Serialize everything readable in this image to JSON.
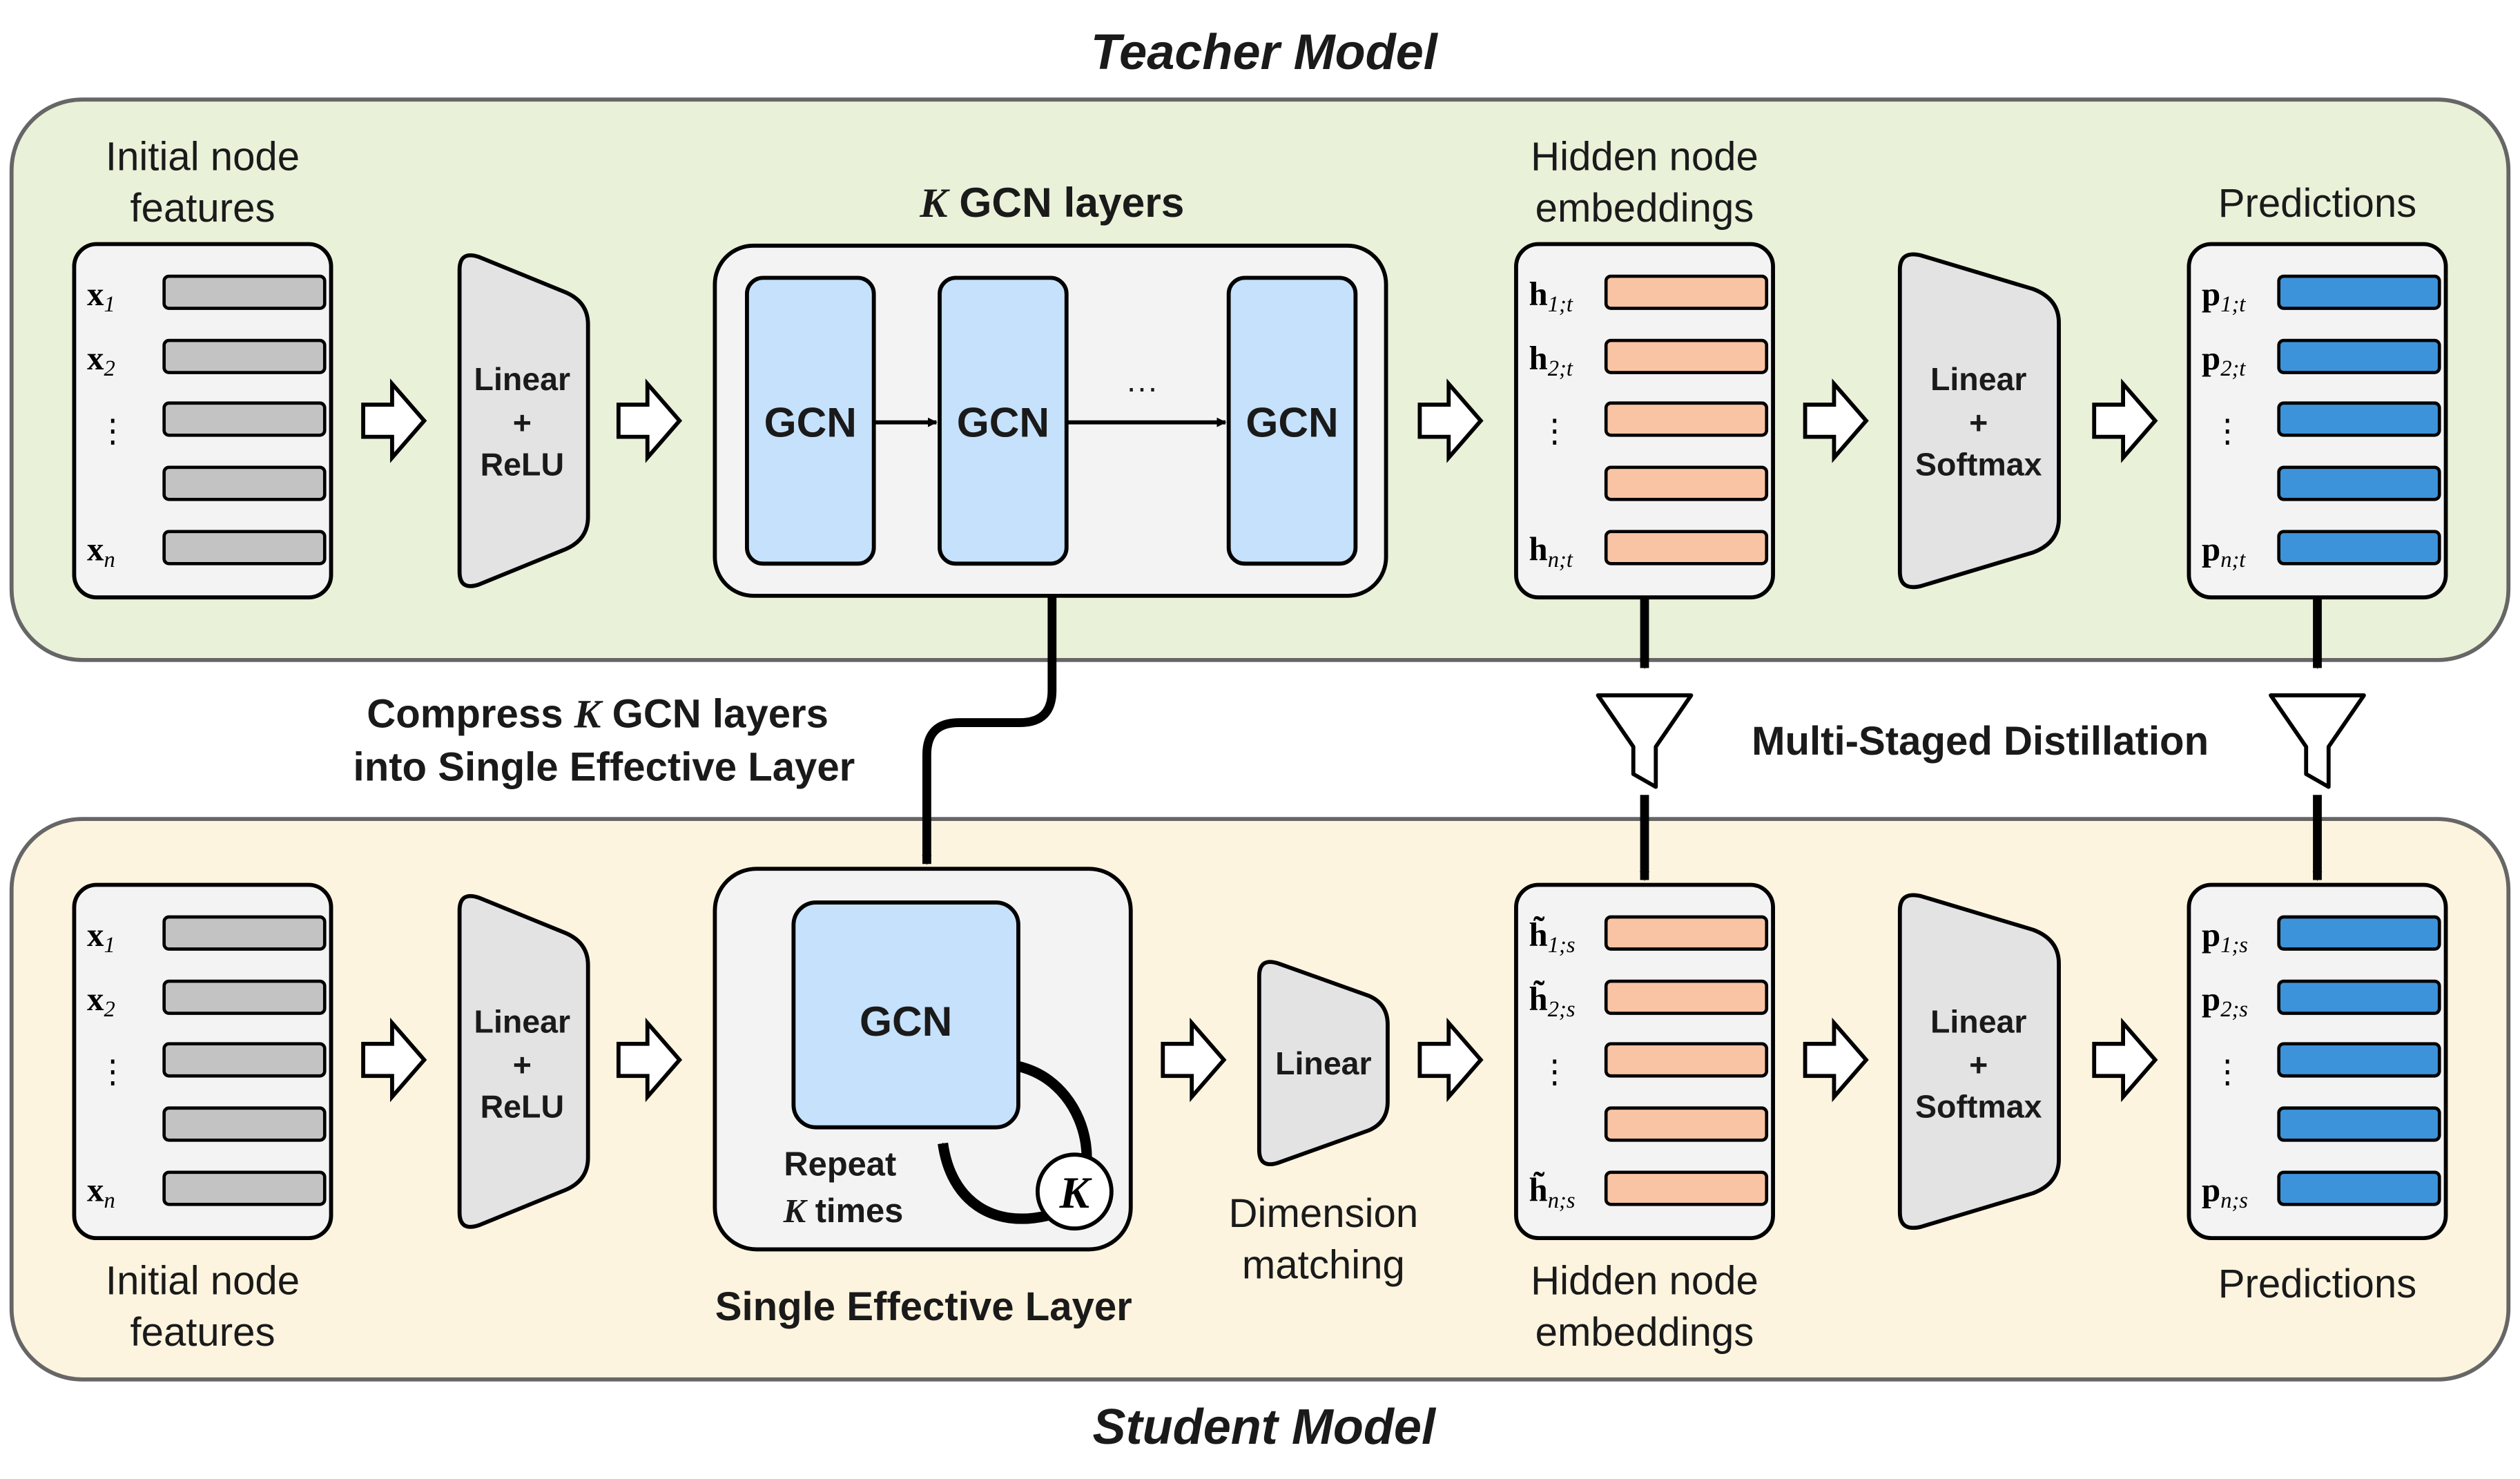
{
  "titles": {
    "teacher": "Teacher Model",
    "student": "Student Model"
  },
  "teacher": {
    "input_label": [
      "Initial node",
      "features"
    ],
    "input_vars": [
      {
        "base": "x",
        "sub": "1"
      },
      {
        "base": "x",
        "sub": "2"
      },
      {
        "base": "⋮",
        "sub": ""
      },
      {
        "base": "",
        "sub": ""
      },
      {
        "base": "x",
        "sub": "n"
      }
    ],
    "linear_relu": [
      "Linear",
      "+",
      "ReLU"
    ],
    "gcn_group_title_k": "K",
    "gcn_group_title": " GCN layers",
    "gcn": [
      "GCN",
      "GCN",
      "GCN"
    ],
    "gcn_ellipsis": "···",
    "hidden_label": [
      "Hidden node",
      "embeddings"
    ],
    "hidden_vars": [
      {
        "base": "h",
        "sub": "1;t"
      },
      {
        "base": "h",
        "sub": "2;t"
      },
      {
        "base": "⋮",
        "sub": ""
      },
      {
        "base": "",
        "sub": ""
      },
      {
        "base": "h",
        "sub": "n;t"
      }
    ],
    "linear_softmax": [
      "Linear",
      "+",
      "Softmax"
    ],
    "pred_label": "Predictions",
    "pred_vars": [
      {
        "base": "p",
        "sub": "1;t"
      },
      {
        "base": "p",
        "sub": "2;t"
      },
      {
        "base": "⋮",
        "sub": ""
      },
      {
        "base": "",
        "sub": ""
      },
      {
        "base": "p",
        "sub": "n;t"
      }
    ]
  },
  "middle": {
    "compress_line1_pre": "Compress ",
    "compress_k": "K",
    "compress_line1_post": " GCN layers",
    "compress_line2": "into Single Effective Layer",
    "distill": "Multi-Staged Distillation"
  },
  "student": {
    "input_label": [
      "Initial node",
      "features"
    ],
    "input_vars": [
      {
        "base": "x",
        "sub": "1"
      },
      {
        "base": "x",
        "sub": "2"
      },
      {
        "base": "⋮",
        "sub": ""
      },
      {
        "base": "",
        "sub": ""
      },
      {
        "base": "x",
        "sub": "n"
      }
    ],
    "linear_relu": [
      "Linear",
      "+",
      "ReLU"
    ],
    "gcn": "GCN",
    "repeat_line1": "Repeat",
    "repeat_k": "K",
    "repeat_line2": " times",
    "loop_k": "K",
    "sel_label": "Single Effective Layer",
    "linear": "Linear",
    "dim_label": [
      "Dimension",
      "matching"
    ],
    "hidden_label": [
      "Hidden node",
      "embeddings"
    ],
    "hidden_vars": [
      {
        "base": "h̃",
        "sub": "1;s"
      },
      {
        "base": "h̃",
        "sub": "2;s"
      },
      {
        "base": "⋮",
        "sub": ""
      },
      {
        "base": "",
        "sub": ""
      },
      {
        "base": "h̃",
        "sub": "n;s"
      }
    ],
    "linear_softmax": [
      "Linear",
      "+",
      "Softmax"
    ],
    "pred_label": "Predictions",
    "pred_vars": [
      {
        "base": "p",
        "sub": "1;s"
      },
      {
        "base": "p",
        "sub": "2;s"
      },
      {
        "base": "⋮",
        "sub": ""
      },
      {
        "base": "",
        "sub": ""
      },
      {
        "base": "p",
        "sub": "n;s"
      }
    ]
  },
  "colors": {
    "teacher_bg": "#e9f1d9",
    "student_bg": "#fdf4df",
    "panel_border": "#666666",
    "box_fill": "#f3f3f3",
    "gray_bar": "#c3c3c3",
    "orange_bar": "#f9c4a4",
    "blue_bar": "#3d93d9",
    "gcn_fill": "#c6e1fb",
    "trap_fill": "#e3e3e3"
  }
}
